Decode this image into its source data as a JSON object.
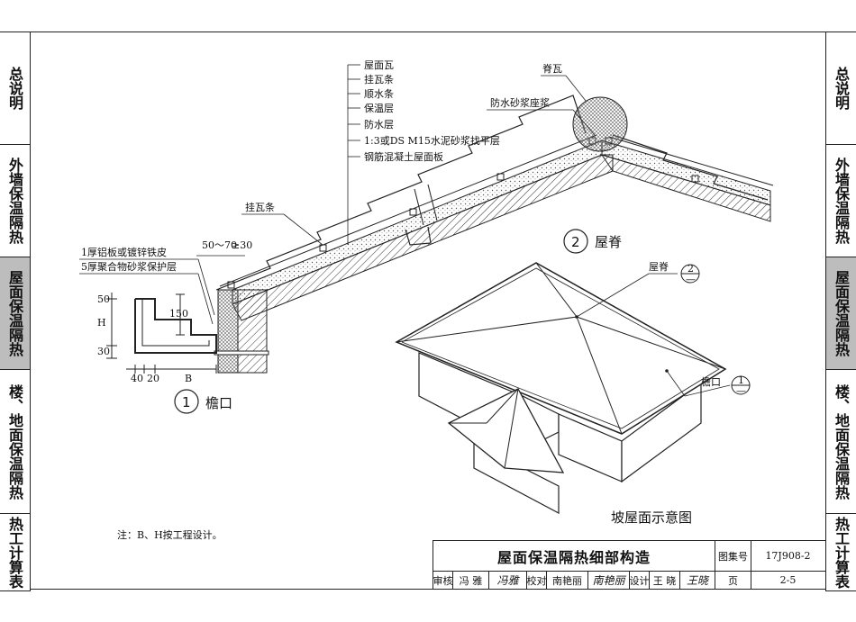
{
  "side_tabs": [
    {
      "label": "总说明",
      "active": false
    },
    {
      "label": "外墙保温隔热",
      "active": false
    },
    {
      "label": "屋面保温隔热",
      "active": true
    },
    {
      "label": "楼、地面保温隔热",
      "active": false
    },
    {
      "label": "热工计算表",
      "active": false
    }
  ],
  "layer_labels": [
    "屋面瓦",
    "挂瓦条",
    "顺水条",
    "保温层",
    "防水层",
    "1:3或DS M15水泥砂浆找平层",
    "钢筋混凝土屋面板"
  ],
  "labels": {
    "ridge_tile": "脊瓦",
    "ridge_mortar": "防水砂浆座浆",
    "tile_batten": "挂瓦条",
    "dim_50_70": "50～70",
    "dim_ge_30": "≥30",
    "flashing": "1厚铝板或镀锌铁皮",
    "protect_layer": "5厚聚合物砂浆保护层",
    "dim_50": "50",
    "dim_150": "150",
    "dim_H": "H",
    "dim_30": "30",
    "dim_40": "40",
    "dim_20": "20",
    "dim_B": "B"
  },
  "detail_1": {
    "num": "1",
    "title": "檐口"
  },
  "detail_2": {
    "num": "2",
    "title": "屋脊"
  },
  "iso": {
    "ridge_label": "屋脊",
    "ridge_ref": {
      "num": "2",
      "sheet": "—"
    },
    "eave_label": "檐口",
    "eave_ref": {
      "num": "1",
      "sheet": "—"
    },
    "caption": "坡屋面示意图"
  },
  "note": "注：B、H按工程设计。",
  "title_block": {
    "title": "屋面保温隔热细部构造",
    "atlas_label": "图集号",
    "atlas_no": "17J908-2",
    "review_label": "审核",
    "reviewer": "冯  雅",
    "review_sig": "冯雅",
    "check_label": "校对",
    "checker": "南艳丽",
    "check_sig": "南艳丽",
    "design_label": "设计",
    "designer": "王  晓",
    "design_sig": "王晓",
    "page_label": "页",
    "page_no": "2-5"
  }
}
